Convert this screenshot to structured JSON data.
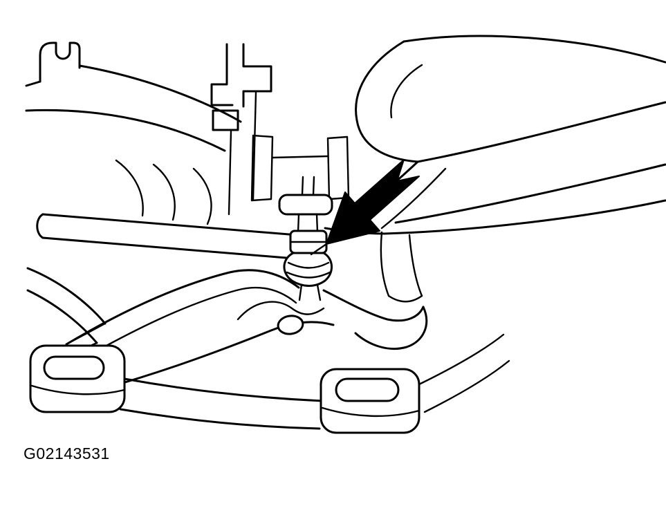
{
  "figure": {
    "caption": "G02143531",
    "background_color": "#ffffff",
    "line_color": "#000000",
    "callout_arrow": {
      "shape": "solid-filled-arrow",
      "direction": "pointing-down-left",
      "color": "#000000"
    }
  }
}
